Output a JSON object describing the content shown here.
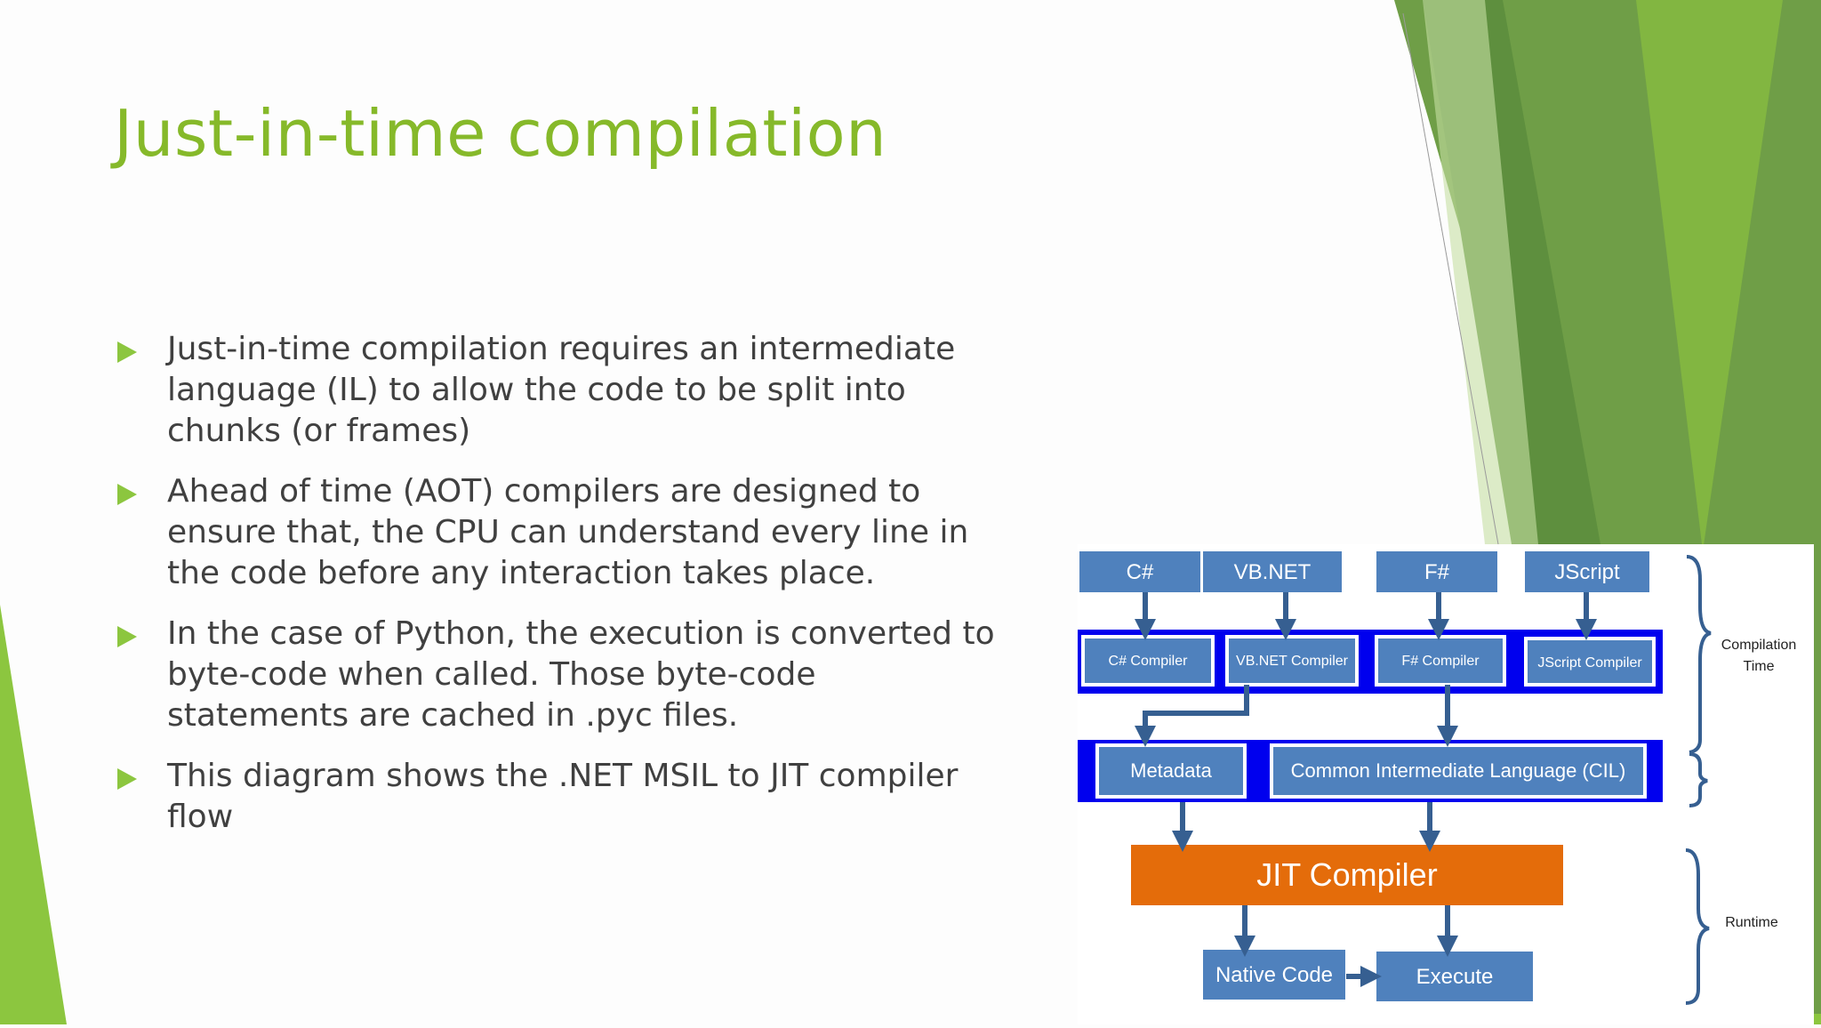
{
  "slide": {
    "title": "Just-in-time compilation",
    "bullets": [
      "Just-in-time compilation requires an intermediate language (IL) to allow the code to be split into chunks (or frames)",
      "Ahead of time (AOT) compilers are designed to ensure that, the CPU can understand every line in the code before any interaction takes place.",
      "In the case of Python, the execution is converted to byte-code when called. Those byte-code statements are cached in .pyc files.",
      "This diagram shows the .NET MSIL to JIT compiler flow"
    ]
  },
  "diagram": {
    "languages": [
      "C#",
      "VB.NET",
      "F#",
      "JScript"
    ],
    "compilers": [
      "C# Compiler",
      "VB.NET Compiler",
      "F# Compiler",
      "JScript Compiler"
    ],
    "metadata": "Metadata",
    "cil": "Common Intermediate Language (CIL)",
    "jit": "JIT Compiler",
    "native_code": "Native Code",
    "execute": "Execute",
    "compilation_time": [
      "Compilation",
      "Time"
    ],
    "runtime": "Runtime"
  },
  "colors": {
    "title_green": "#86b92a",
    "bullet_green": "#8cc63f",
    "box_blue": "#4f81bd",
    "band_blue": "#0000ee",
    "jit_orange": "#e46c0a",
    "brace_blue": "#365f91"
  }
}
